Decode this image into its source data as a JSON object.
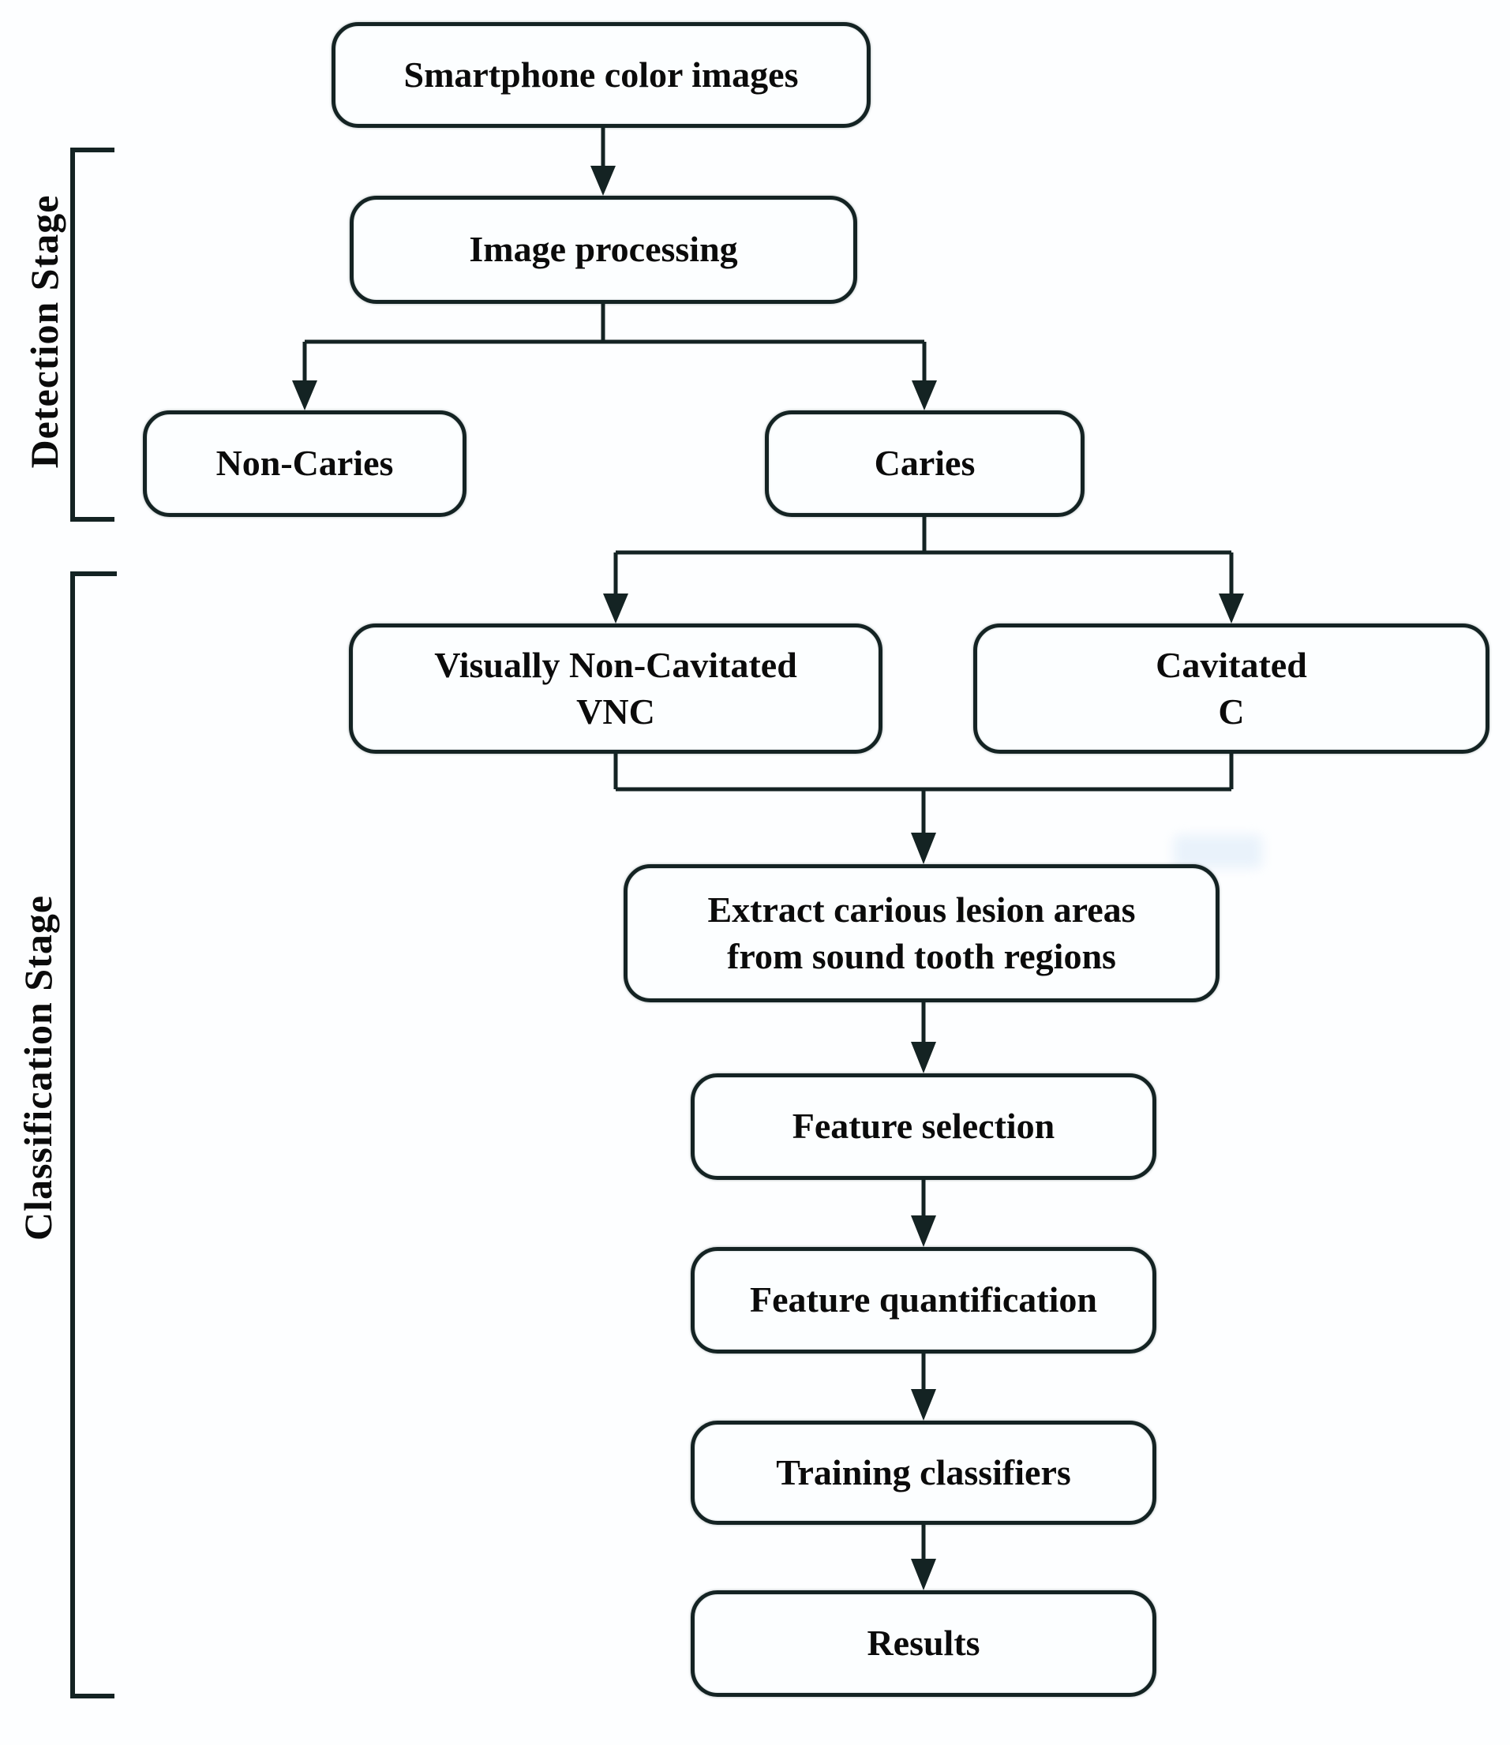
{
  "diagram": {
    "stages": [
      {
        "label": "Detection Stage"
      },
      {
        "label": "Classification Stage"
      }
    ],
    "nodes": {
      "smartphone": {
        "lines": [
          "Smartphone color images"
        ]
      },
      "image_processing": {
        "lines": [
          "Image processing"
        ]
      },
      "non_caries": {
        "lines": [
          "Non-Caries"
        ]
      },
      "caries": {
        "lines": [
          "Caries"
        ]
      },
      "vnc": {
        "lines": [
          "Visually Non-Cavitated",
          "VNC"
        ]
      },
      "cavitated": {
        "lines": [
          "Cavitated",
          "C"
        ]
      },
      "extract": {
        "lines": [
          "Extract carious lesion areas",
          "from sound tooth regions"
        ]
      },
      "feature_selection": {
        "lines": [
          "Feature selection"
        ]
      },
      "feature_quantification": {
        "lines": [
          "Feature quantification"
        ]
      },
      "training_classifiers": {
        "lines": [
          "Training classifiers"
        ]
      },
      "results": {
        "lines": [
          "Results"
        ]
      }
    },
    "colors": {
      "line": "#142323",
      "box_border": "#142323",
      "box_fill": "#fcfeff",
      "text": "#0b0b0b",
      "background": "#fdfeff",
      "smudge": "#e9f2fb"
    }
  }
}
